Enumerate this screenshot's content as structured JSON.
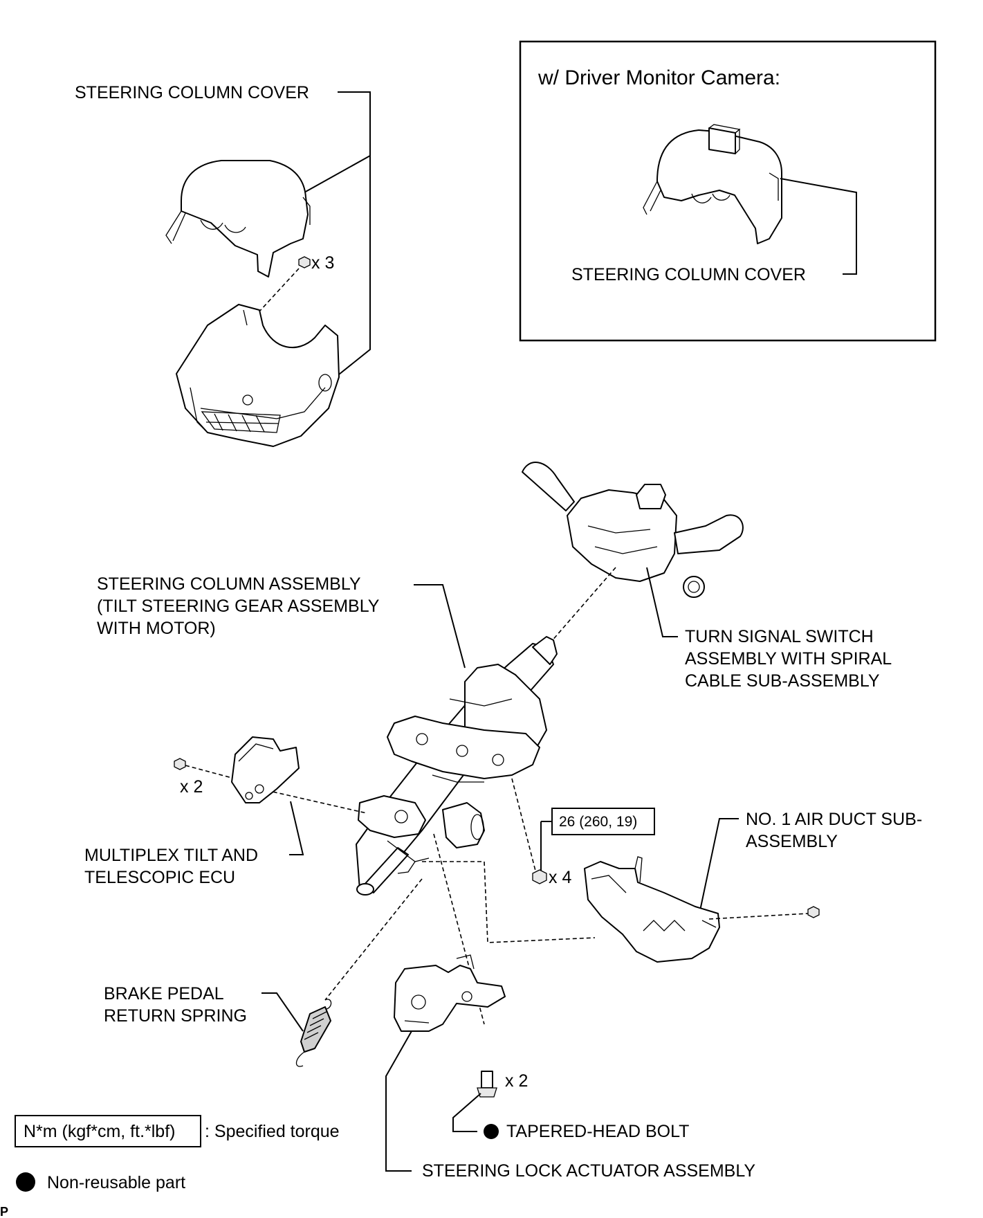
{
  "inset": {
    "title": "w/ Driver Monitor Camera:",
    "cover_label": "STEERING COLUMN COVER"
  },
  "labels": {
    "steering_column_cover": "STEERING COLUMN COVER",
    "cover_screw_qty": "x 3",
    "column_assembly": [
      "STEERING COLUMN ASSEMBLY",
      "(TILT STEERING GEAR ASSEMBLY",
      "WITH MOTOR)"
    ],
    "turn_signal_switch": [
      "TURN SIGNAL SWITCH",
      "ASSEMBLY WITH SPIRAL",
      "CABLE SUB-ASSEMBLY"
    ],
    "ecu_screw_qty": "x 2",
    "multiplex_ecu": [
      "MULTIPLEX TILT AND",
      "TELESCOPIC ECU"
    ],
    "torque_value": "26 (260, 19)",
    "nut_qty": "x 4",
    "air_duct": [
      "NO. 1 AIR DUCT SUB-",
      "ASSEMBLY"
    ],
    "brake_spring": [
      "BRAKE PEDAL",
      "RETURN SPRING"
    ],
    "bolt_qty": "x 2",
    "tapered_bolt": "TAPERED-HEAD BOLT",
    "lock_actuator": "STEERING LOCK ACTUATOR ASSEMBLY"
  },
  "legend": {
    "torque_unit": "N*m (kgf*cm, ft.*lbf)",
    "torque_desc": ": Specified torque",
    "non_reusable": "Non-reusable part"
  },
  "corner_mark": "P"
}
